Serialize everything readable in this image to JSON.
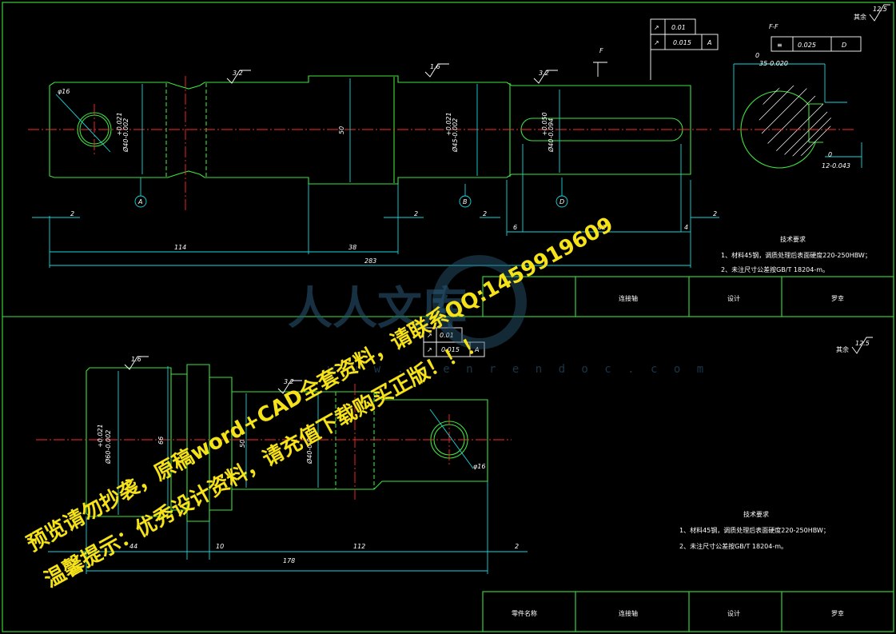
{
  "upper_view": {
    "dims": {
      "d_pin": "φ16",
      "tol_a": "Ø40-0.002",
      "tol_a_up": "+0.021",
      "h50": "50",
      "tol_b": "Ø45-0.002",
      "tol_b_up": "+0.021",
      "tol_d": "Ø40-0.094",
      "tol_d_up": "+0.050",
      "len_2a": "2",
      "len_114": "114",
      "len_38": "38",
      "len_283": "283",
      "len_2b": "2",
      "len_2c": "2",
      "len_6": "6",
      "len_82": "82",
      "len_4": "4",
      "len_2d": "2"
    },
    "roughness": [
      "3.2",
      "1.6",
      "3.2"
    ],
    "datums": [
      "A",
      "B",
      "D"
    ],
    "section_arrow": "F",
    "section_title": "F-F",
    "fcf": {
      "r1_sym": "↗",
      "r1_val": "0.01",
      "r2_sym": "↗",
      "r2_val": "0.015",
      "r2_ref": "A"
    },
    "sec_fcf": {
      "sym": "≡",
      "val": "0.025",
      "ref": "D"
    },
    "sec_dims": {
      "top_zero": "0",
      "top": "35-0.020",
      "bot_zero": "0",
      "bot": "12-0.043"
    },
    "rest_label": "其余",
    "rest_val": "12.5",
    "tech": {
      "title": "技术要求",
      "l1": "1、材料45钢，调质处理后表面硬度220-250HBW；",
      "l2": "2、未注尺寸公差按GB/T  18204-m。"
    },
    "title_block": {
      "part_name": "连接轴",
      "design": "设计",
      "name": "罗幸"
    }
  },
  "lower_view": {
    "dims": {
      "tol_c": "Ø60-0.002",
      "tol_c_up": "+0.021",
      "h66": "66",
      "h50": "50",
      "tol_e": "Ø40-0.002",
      "d_pin": "φ16",
      "len_44": "44",
      "len_10": "10",
      "len_112": "112",
      "len_2": "2",
      "len_178": "178"
    },
    "roughness": [
      "1.6",
      "3.2"
    ],
    "fcf": {
      "r1_sym": "↗",
      "r1_val": "0.01",
      "r2_sym": "↗",
      "r2_val": "0.015",
      "r2_ref": "A"
    },
    "rest_label": "其余",
    "rest_val": "12.5",
    "tech": {
      "title": "技术要求",
      "l1": "1、材料45钢，调质处理后表面硬度220-250HBW；",
      "l2": "2、未注尺寸公差按GB/T  18204-m。"
    },
    "title_block": {
      "part_label": "零件名称",
      "part_name": "连接轴",
      "design": "设计",
      "name": "罗幸"
    }
  },
  "watermark": {
    "line1": "预览请勿抄袭，原稿word+CAD全套资料，请联系QQ:1459919609",
    "line2": "温馨提示：优秀设计资料，请充值下载购买正版！！！",
    "logo": "人人文库",
    "logo_url": "w w w . r e n r e n d o c . c o m"
  },
  "colors": {
    "outline": "#3ee23e",
    "dim": "#19d6dc",
    "center": "#ff2a2a",
    "text": "#ffffff",
    "watermark": "#f5e218"
  }
}
